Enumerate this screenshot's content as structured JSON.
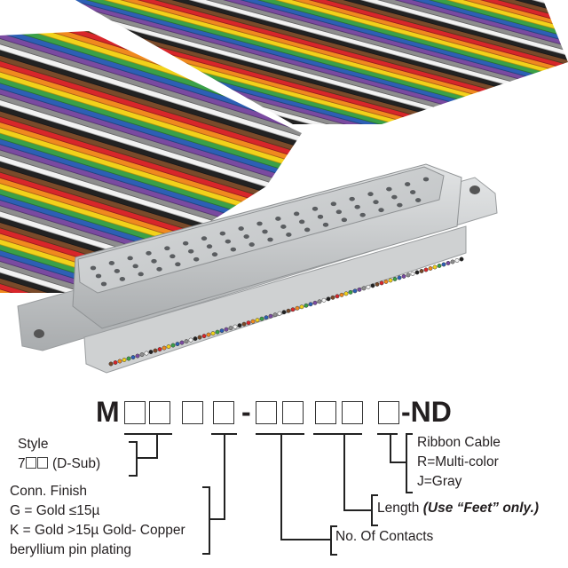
{
  "part_number": {
    "prefix": "M",
    "dash1": "-",
    "suffix": "-ND",
    "group1_boxes": 4,
    "group2_boxes": 5
  },
  "legend": {
    "style": {
      "title": "Style",
      "line2_prefix": "7",
      "line2_suffix": "(D-Sub)"
    },
    "conn_finish": {
      "title": "Conn. Finish",
      "lines": [
        "G = Gold ≤15µ",
        "K = Gold >15µ Gold- Copper",
        "beryllium pin plating"
      ]
    },
    "contacts": {
      "title": "No. Of Contacts"
    },
    "length": {
      "title": "Length",
      "note": "(Use “Feet” only.)"
    },
    "ribbon": {
      "title": "Ribbon Cable",
      "lines": [
        "R=Multi-color",
        "J=Gray"
      ]
    }
  },
  "colors": {
    "wires": [
      "#7a4a2a",
      "#d8262a",
      "#f08a1e",
      "#f2d21a",
      "#3aa048",
      "#2d5fb5",
      "#7a4aa0",
      "#8e8e8e",
      "#f2f2f2",
      "#222222"
    ],
    "connector": "#c9cbcc"
  }
}
